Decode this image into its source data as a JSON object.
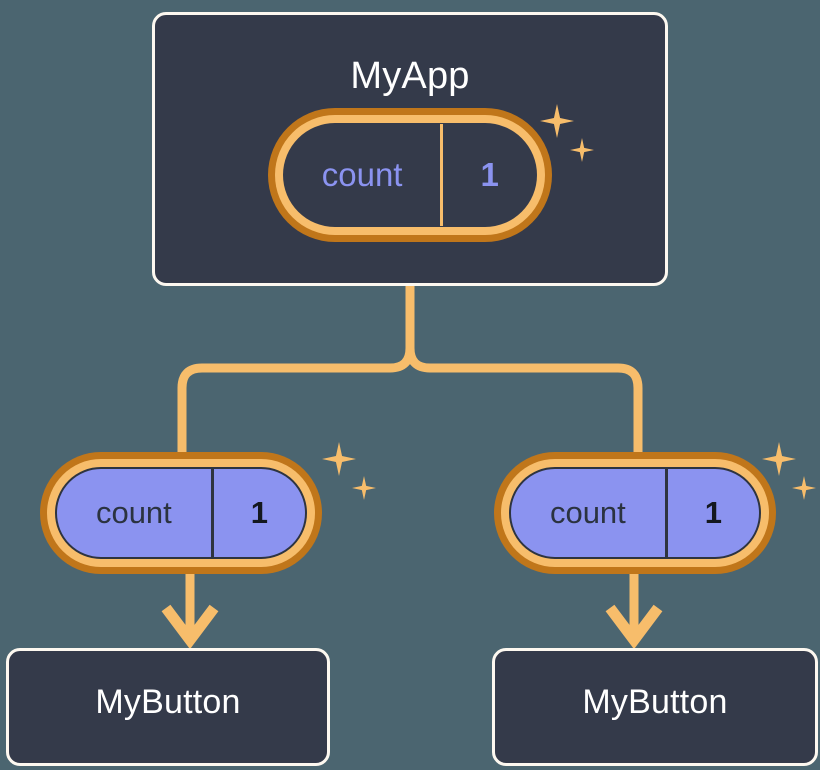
{
  "diagram": {
    "title_text": "MyApp",
    "background_color": "#4b6570",
    "card_fill": "#343a4a",
    "card_border": "#fdf8f0",
    "accent_orange_light": "#f7bd6b",
    "accent_orange_dark": "#c0761a",
    "state_purple": "#8b93f0",
    "connector_color": "#f7bd6b"
  },
  "app": {
    "label": "MyApp",
    "state": {
      "key": "count",
      "value": "1"
    }
  },
  "children": [
    {
      "state": {
        "key": "count",
        "value": "1"
      },
      "label": "MyButton"
    },
    {
      "state": {
        "key": "count",
        "value": "1"
      },
      "label": "MyButton"
    }
  ],
  "icons": {
    "sparkle_large": "sparkle-icon",
    "sparkle_small": "sparkle-icon",
    "arrow_down": "arrow-down-icon"
  }
}
